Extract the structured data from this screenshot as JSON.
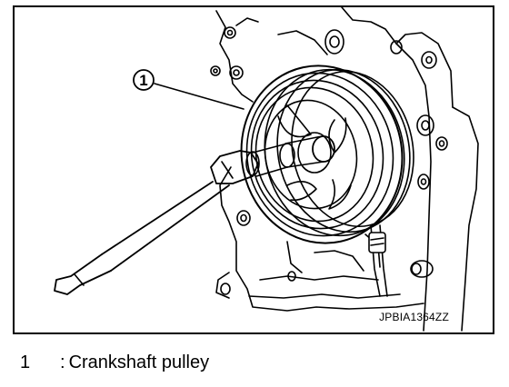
{
  "figure": {
    "code": "JPBIA1364ZZ",
    "callouts": [
      {
        "number": "1"
      }
    ]
  },
  "legend": [
    {
      "number": "1",
      "separator": ":",
      "label": "Crankshaft pulley"
    }
  ],
  "colors": {
    "line": "#000000",
    "background": "#ffffff"
  }
}
